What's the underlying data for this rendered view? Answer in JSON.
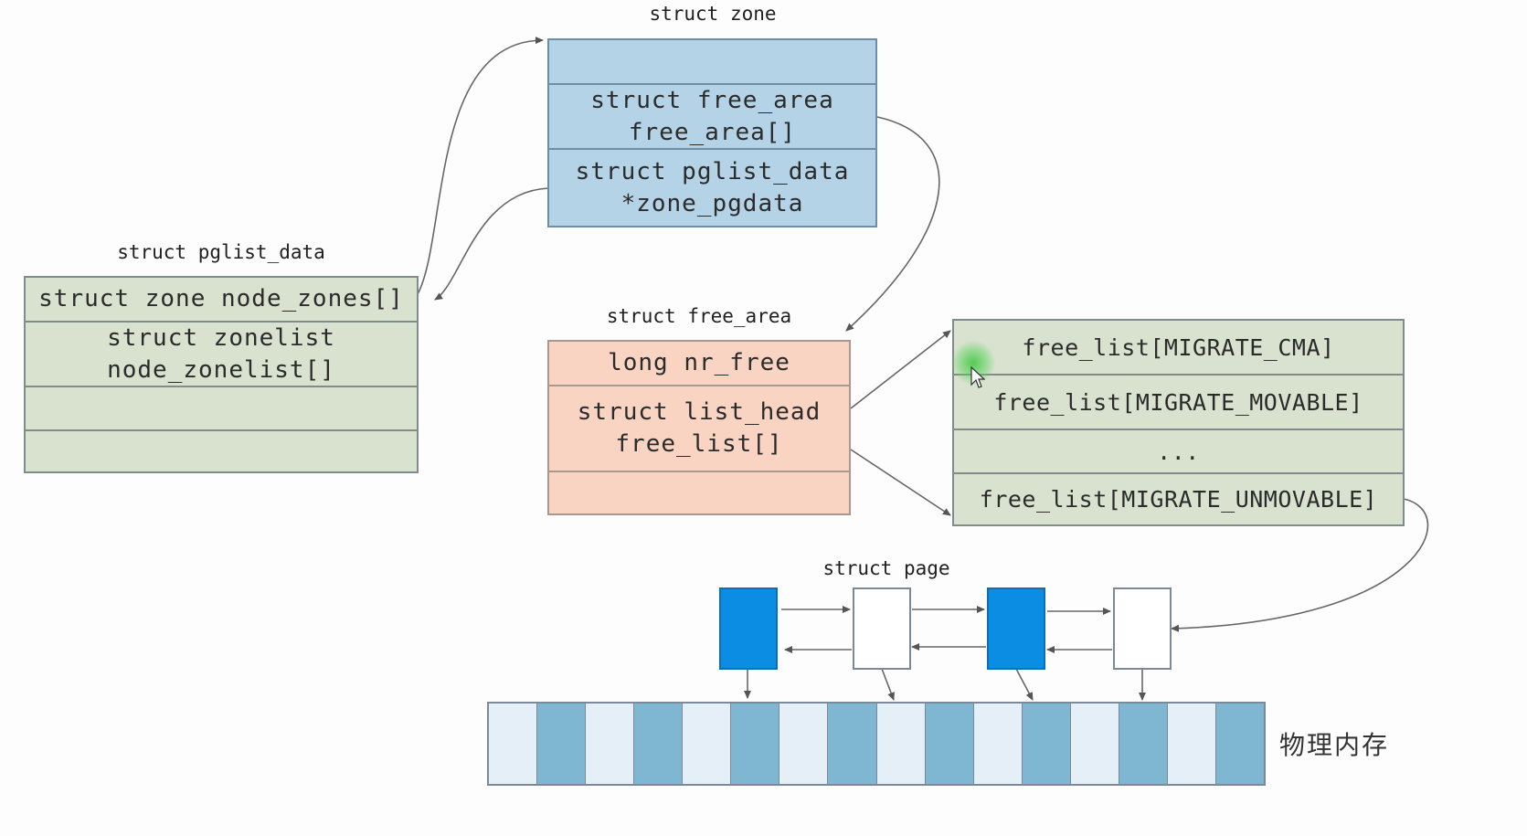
{
  "zone": {
    "caption": "struct zone",
    "fields": [
      "",
      "struct free_area\nfree_area[]",
      "struct pglist_data\n*zone_pgdata"
    ]
  },
  "pglist_data": {
    "caption": "struct pglist_data",
    "fields": [
      "struct zone node_zones[]",
      "struct zonelist\nnode_zonelist[]",
      "",
      ""
    ]
  },
  "free_area": {
    "caption": "struct free_area",
    "fields": [
      "long nr_free",
      "struct list_head\nfree_list[]",
      ""
    ]
  },
  "free_lists": {
    "fields": [
      "free_list[MIGRATE_CMA]",
      "free_list[MIGRATE_MOVABLE]",
      "...",
      "free_list[MIGRATE_UNMOVABLE]"
    ]
  },
  "page_list": {
    "caption": "struct page",
    "pages": [
      "allocated",
      "free",
      "allocated",
      "free"
    ]
  },
  "physical_memory": {
    "label": "物理内存",
    "cells": [
      "light",
      "dark",
      "light",
      "dark",
      "light",
      "dark",
      "light",
      "dark",
      "light",
      "dark",
      "light",
      "dark",
      "light",
      "dark",
      "light",
      "dark"
    ]
  },
  "colors": {
    "zone": "#b4d3e6",
    "pglist_data": "#d8e2cf",
    "free_area": "#f9d4c3",
    "page_allocated": "#0a8de3",
    "memory_dark": "#7fb7d2",
    "memory_light": "#e4eff7"
  }
}
